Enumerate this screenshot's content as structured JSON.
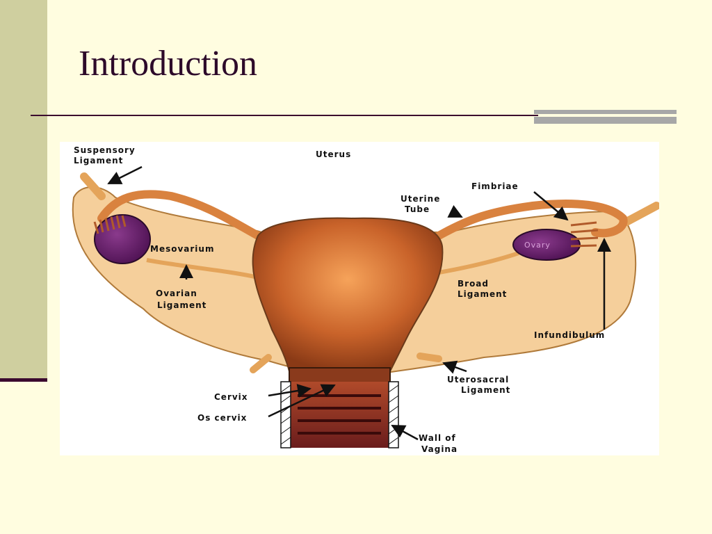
{
  "slide": {
    "title": "Introduction"
  },
  "diagram": {
    "labels": {
      "suspensory_1": "Suspensory",
      "suspensory_2": "Ligament",
      "uterus": "Uterus",
      "fimbriae": "Fimbriae",
      "uterine_tube_1": "Uterine",
      "uterine_tube_2": "Tube",
      "mesovarium": "Mesovarium",
      "ovary": "Ovary",
      "ovarian_lig_1": "Ovarian",
      "ovarian_lig_2": "Ligament",
      "broad_lig_1": "Broad",
      "broad_lig_2": "Ligament",
      "infundibulum": "Infundibulum",
      "uterosacral_1": "Uterosacral",
      "uterosacral_2": "Ligament",
      "cervix": "Cervix",
      "os_cervix": "Os cervix",
      "wall_vagina_1": "Wall of",
      "wall_vagina_2": "Vagina"
    },
    "colors": {
      "broad_ligament": "#f5cf9b",
      "uterus": "#c9632a",
      "uterus_highlight": "#f6a35a",
      "tube": "#d9823f",
      "ovary": "#6b1f6e",
      "vagina": "#8a2a2a",
      "outline": "#6a3a1a"
    }
  }
}
